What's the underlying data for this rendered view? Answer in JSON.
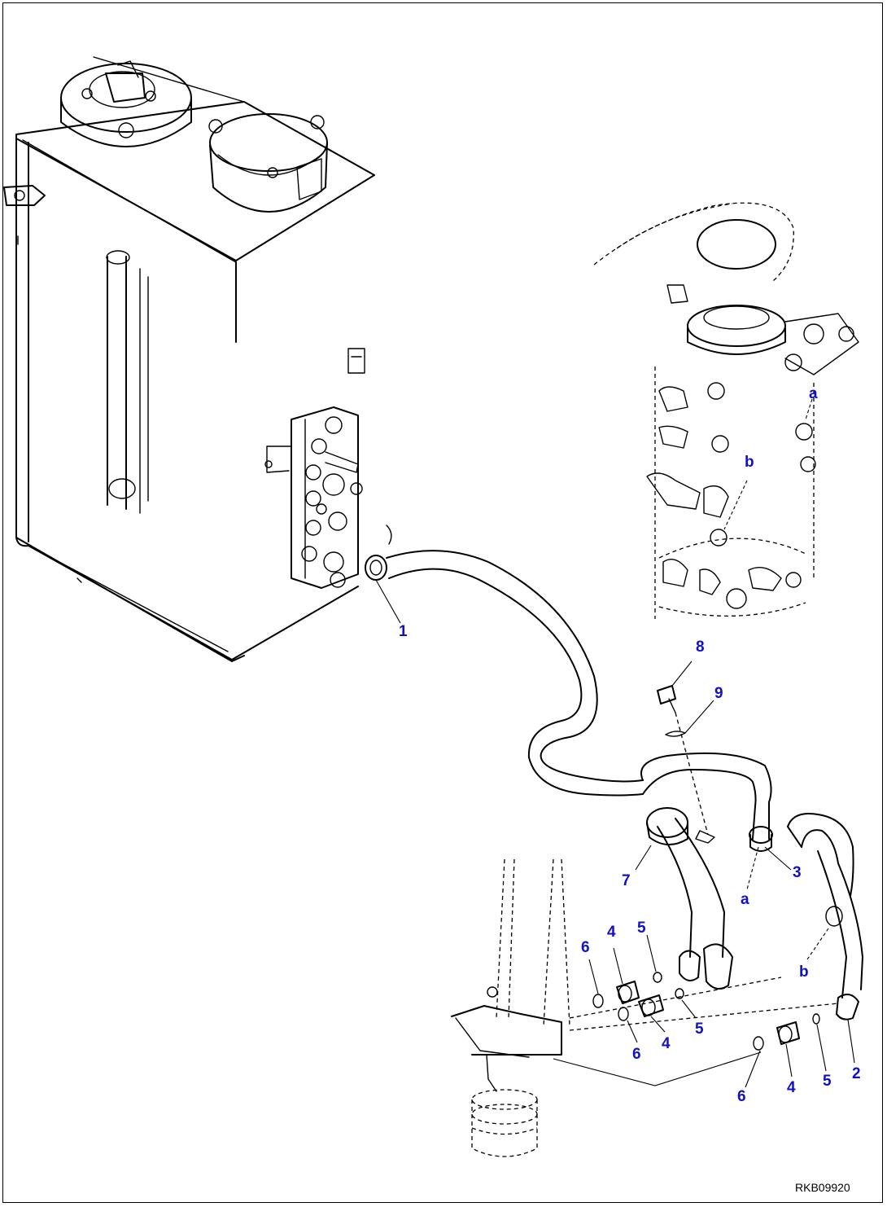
{
  "diagram": {
    "drawing_code": "RKB09920",
    "callouts": {
      "c1": "1",
      "c2": "2",
      "c3": "3",
      "c4a": "4",
      "c4b": "4",
      "c4c": "4",
      "c5a": "5",
      "c5b": "5",
      "c5c": "5",
      "c6a": "6",
      "c6b": "6",
      "c6c": "6",
      "c7": "7",
      "c8": "8",
      "c9": "9",
      "ref_a_top": "a",
      "ref_a_bottom": "a",
      "ref_b_top": "b",
      "ref_b_bottom": "b"
    },
    "colors": {
      "callout": "#1010c8",
      "line": "#000000"
    }
  }
}
